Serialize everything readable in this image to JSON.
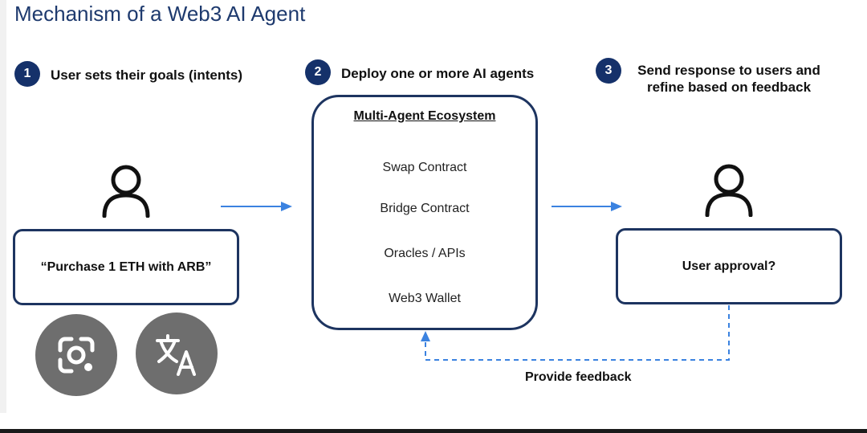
{
  "title": "Mechanism of a Web3 AI Agent",
  "steps": [
    {
      "number": "1",
      "label": "User sets their goals (intents)"
    },
    {
      "number": "2",
      "label": "Deploy one or more AI agents"
    },
    {
      "number": "3",
      "line1": "Send response to users and",
      "line2": "refine based on feedback"
    }
  ],
  "user_request": "“Purchase 1 ETH with ARB”",
  "ecosystem": {
    "title": "Multi-Agent Ecosystem",
    "items": [
      "Swap Contract",
      "Bridge Contract",
      "Oracles / APIs",
      "Web3 Wallet"
    ]
  },
  "approval": "User approval?",
  "feedback": "Provide feedback",
  "colors": {
    "navy": "#15316a",
    "arrow": "#3b82e0",
    "fab": "#6e6e6e"
  },
  "overlay_icons": [
    "google-lens-icon",
    "translate-icon"
  ]
}
